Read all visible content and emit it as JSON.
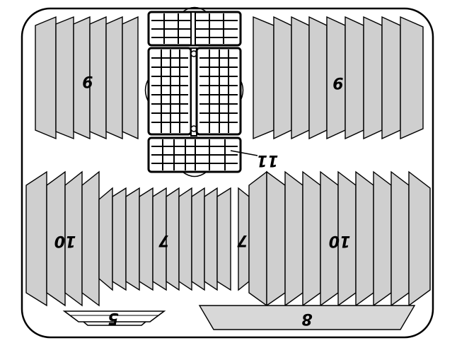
{
  "colors": {
    "plate_fill": "#cfcfcf",
    "outline": "#000000",
    "background": "#ffffff"
  },
  "labels": {
    "upper_left_group": "9",
    "upper_right_group": "9",
    "cutlery_basket": "11",
    "lower_left_large_plates": "10",
    "lower_center_small_plates": "7",
    "lower_center_small_plate": "7",
    "lower_right_large_plates": "10",
    "saucer": "5",
    "platter": "8"
  }
}
